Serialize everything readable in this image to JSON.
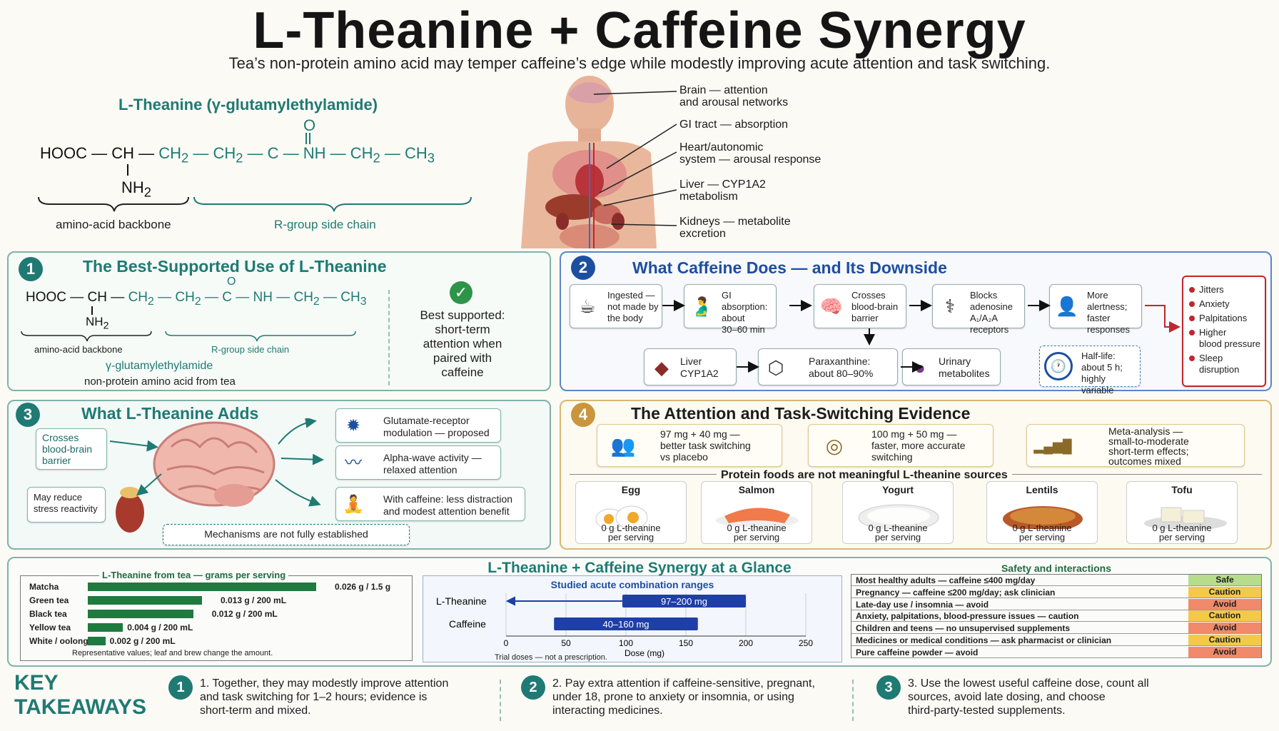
{
  "header": {
    "title": "L-Theanine + Caffeine Synergy",
    "subtitle": "Tea’s non-protein amino acid may temper caffeine’s edge while modestly improving acute attention and task switching."
  },
  "molecule": {
    "title": "L-Theanine (γ-glutamylethylamide)",
    "backbone_label": "amino-acid backbone",
    "side_chain_label": "R-group side chain"
  },
  "organs": [
    {
      "line1": "Brain — attention",
      "line2": "and arousal networks"
    },
    {
      "line1": "GI tract — absorption",
      "line2": ""
    },
    {
      "line1": "Heart/autonomic",
      "line2": "system — arousal response"
    },
    {
      "line1": "Liver — CYP1A2",
      "line2": "metabolism"
    },
    {
      "line1": "Kidneys — metabolite",
      "line2": "excretion"
    }
  ],
  "panel1": {
    "num": "1",
    "title": "The Best-Supported Use of L-Theanine",
    "backbone_label": "amino-acid backbone",
    "side_chain_label": "R-group side chain",
    "name": "γ-glutamylethylamide",
    "desc": "non-protein amino acid from tea",
    "best": [
      "Best supported:",
      "short-term",
      "attention when",
      "paired with",
      "caffeine"
    ]
  },
  "panel2": {
    "num": "2",
    "title": "What Caffeine Does",
    "title_suffix": "— and Its Downside",
    "steps": [
      {
        "l1": "Ingested —",
        "l2": "not made by",
        "l3": "the body",
        "icon": "cup-icon"
      },
      {
        "l1": "GI absorption:",
        "l2": "about",
        "l3": "30–60 min",
        "icon": "stomach-icon"
      },
      {
        "l1": "Crosses",
        "l2": "blood-brain",
        "l3": "barrier",
        "icon": "brain-icon"
      },
      {
        "l1": "Blocks adenosine",
        "l2": "A₁/A₂A",
        "l3": "receptors",
        "icon": "receptor-icon"
      },
      {
        "l1": "More alertness;",
        "l2": "faster",
        "l3": "responses",
        "icon": "head-icon"
      }
    ],
    "lower": [
      {
        "l1": "Liver",
        "l2": "CYP1A2",
        "icon": "liver-icon"
      },
      {
        "l1": "Paraxanthine:",
        "l2": "about 80–90%",
        "icon": "molecule-icon"
      },
      {
        "l1": "Urinary",
        "l2": "metabolites",
        "icon": "kidney-icon"
      }
    ],
    "halflife": [
      "Half-life:",
      "about 5 h;",
      "highly variable"
    ],
    "downsides": [
      "Jitters",
      "Anxiety",
      "Palpitations",
      "Higher",
      "blood pressure",
      "Sleep",
      "disruption"
    ]
  },
  "panel3": {
    "num": "3",
    "title": "What L-Theanine Adds",
    "crosses": [
      "Crosses",
      "blood-brain",
      "barrier"
    ],
    "stress": [
      "May reduce",
      "stress reactivity"
    ],
    "effects": [
      {
        "l1": "Glutamate-receptor",
        "l2": "modulation — proposed",
        "icon": "receptor-icon"
      },
      {
        "l1": "Alpha-wave activity —",
        "l2": "relaxed attention",
        "icon": "wave-icon"
      },
      {
        "l1": "With caffeine: less distraction",
        "l2": "and modest attention benefit",
        "icon": "meditation-icon"
      }
    ],
    "note": "Mechanisms are not fully established"
  },
  "panel4": {
    "num": "4",
    "title": "The Attention and Task-Switching Evidence",
    "evidence": [
      {
        "l1": "97 mg + 40 mg —",
        "l2": "better task switching",
        "l3": "vs placebo",
        "icon": "people-icon"
      },
      {
        "l1": "100 mg + 50 mg —",
        "l2": "faster, more accurate",
        "l3": "switching",
        "icon": "target-icon"
      },
      {
        "l1": "Meta-analysis —",
        "l2": "small-to-moderate",
        "l3": "short-term effects;",
        "l4": "outcomes mixed",
        "icon": "bar-chart-icon"
      }
    ],
    "foods_header": "Protein foods are not meaningful L-theanine sources",
    "foods": [
      {
        "name": "Egg",
        "v1": "0 g L-theanine",
        "v2": "per serving"
      },
      {
        "name": "Salmon",
        "v1": "0 g L-theanine",
        "v2": "per serving"
      },
      {
        "name": "Yogurt",
        "v1": "0 g L-theanine",
        "v2": "per serving"
      },
      {
        "name": "Lentils",
        "v1": "0 g L-theanine",
        "v2": "per serving"
      },
      {
        "name": "Tofu",
        "v1": "0 g L-theanine",
        "v2": "per serving"
      }
    ]
  },
  "glance": {
    "title": "L-Theanine + Caffeine Synergy at a Glance",
    "tea": {
      "title": "L-Theanine from tea — grams per serving",
      "rows": [
        {
          "name": "Matcha",
          "value": 0.026,
          "label": "0.026 g / 1.5 g"
        },
        {
          "name": "Green tea",
          "value": 0.013,
          "label": "0.013 g / 200 mL"
        },
        {
          "name": "Black tea",
          "value": 0.012,
          "label": "0.012 g / 200 mL"
        },
        {
          "name": "Yellow tea",
          "value": 0.004,
          "label": "0.004 g / 200 mL"
        },
        {
          "name": "White / oolong",
          "value": 0.002,
          "label": "0.002 g / 200 mL"
        }
      ],
      "note": "Representative values; leaf and brew change the amount."
    },
    "ranges": {
      "title": "Studied acute combination ranges",
      "rows": [
        {
          "name": "L-Theanine",
          "min": 97,
          "max": 200,
          "label": "97–200 mg"
        },
        {
          "name": "Caffeine",
          "min": 40,
          "max": 160,
          "label": "40–160 mg"
        }
      ],
      "ticks": [
        "0",
        "50",
        "100",
        "150",
        "200",
        "250"
      ],
      "xmax": 250,
      "xlabel": "Dose (mg)",
      "note": "Trial doses — not a prescription."
    },
    "safety": {
      "title": "Safety and interactions",
      "rows": [
        {
          "label": "Most healthy adults — caffeine ≤400 mg/day",
          "tag": "Safe",
          "color": "#b7dd8c"
        },
        {
          "label": "Pregnancy — caffeine ≤200 mg/day; ask clinician",
          "tag": "Caution",
          "color": "#f3c94c"
        },
        {
          "label": "Late-day use / insomnia — avoid",
          "tag": "Avoid",
          "color": "#f08a6a"
        },
        {
          "label": "Anxiety, palpitations, blood-pressure issues — caution",
          "tag": "Caution",
          "color": "#f3c94c"
        },
        {
          "label": "Children and teens — no unsupervised supplements",
          "tag": "Avoid",
          "color": "#f08a6a"
        },
        {
          "label": "Medicines or medical conditions — ask pharmacist or clinician",
          "tag": "Caution",
          "color": "#f3c94c"
        },
        {
          "label": "Pure caffeine powder — avoid",
          "tag": "Avoid",
          "color": "#f08a6a"
        }
      ]
    }
  },
  "takeaways": {
    "heading1": "KEY",
    "heading2": "TAKEAWAYS",
    "items": [
      {
        "num": "1",
        "l1": "1.  Together, they may modestly improve  attention",
        "l2": "and task switching for 1–2 hours; evidence is",
        "l3": "short-term and mixed."
      },
      {
        "num": "2",
        "l1": "2.  Pay extra attention if caffeine-sensitive, pregnant,",
        "l2": "under 18, prone to anxiety or insomnia, or using",
        "l3": "interacting medicines."
      },
      {
        "num": "3",
        "l1": "3.  Use the lowest useful caffeine dose, count all",
        "l2": "sources, avoid late dosing, and choose",
        "l3": "third-party-tested supplements."
      }
    ]
  },
  "colors": {
    "teal": "#1f7a73",
    "blue": "#1d4fa0",
    "gold": "#b8862a",
    "bar": "#1e7a3e",
    "range": "#1f3fa8",
    "danger": "#c0272d"
  }
}
